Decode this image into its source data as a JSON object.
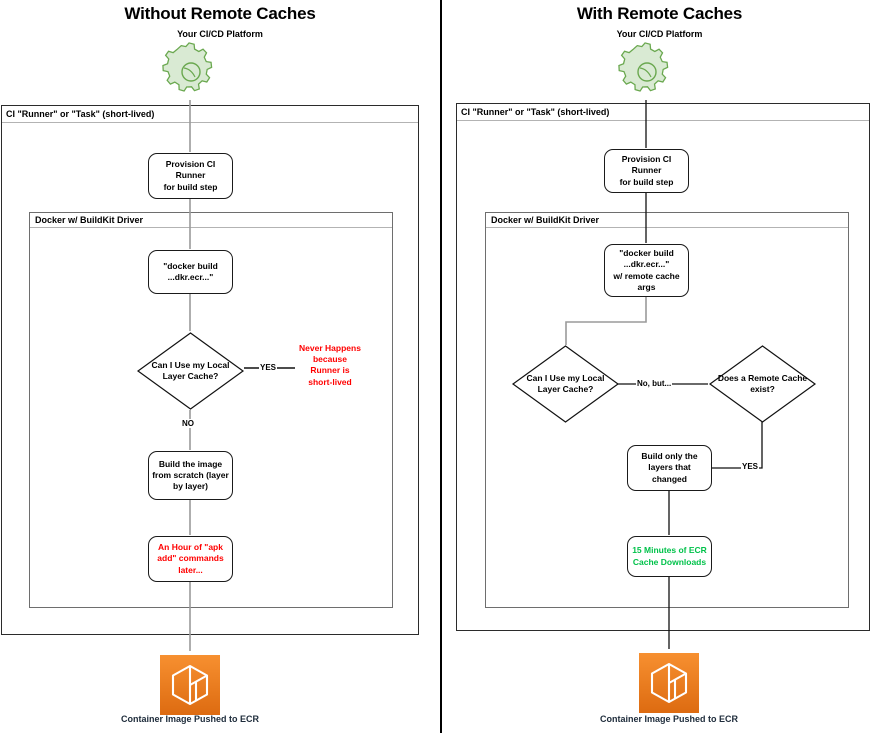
{
  "colors": {
    "red": "#ff0000",
    "green": "#00c24a",
    "gear_fill": "#d9ead3",
    "gear_stroke": "#6aa84f",
    "ecr_orange_top": "#f58536",
    "ecr_orange_bottom": "#e2761b",
    "connector_gray": "#9a9a9a",
    "connector_black": "#1a1a1a",
    "caption_navy": "#1d2b3a"
  },
  "panels": [
    {
      "id": "without",
      "title": "Without Remote Caches",
      "platform_label": "Your CI/CD Platform",
      "gear_icon": "gear-icon",
      "outer_container_label": "CI \"Runner\" or \"Task\" (short-lived)",
      "inner_container_label": "Docker w/ BuildKit Driver",
      "nodes": [
        {
          "id": "provision",
          "text": "Provision CI Runner\nfor build step"
        },
        {
          "id": "docker_build",
          "text": "\"docker build\n...dkr.ecr...\""
        },
        {
          "id": "local_cache_decision",
          "text": "Can I Use my Local\nLayer Cache?",
          "shape": "diamond"
        },
        {
          "id": "build_scratch",
          "text": "Build the image\nfrom scratch (layer\nby layer)"
        },
        {
          "id": "apk_hour",
          "text": "An Hour of \"apk\nadd\" commands\nlater...",
          "color": "red"
        }
      ],
      "free_texts": [
        {
          "id": "never_happens",
          "text": "Never Happens\nbecause\nRunner is\nshort-lived",
          "color": "red"
        }
      ],
      "edge_labels": [
        {
          "id": "yes_label",
          "text": "YES"
        },
        {
          "id": "no_label",
          "text": "NO"
        }
      ],
      "ecr": {
        "icon": "ecr-container-icon",
        "caption": "Container Image Pushed to ECR"
      }
    },
    {
      "id": "with",
      "title": "With Remote Caches",
      "platform_label": "Your CI/CD Platform",
      "gear_icon": "gear-icon",
      "outer_container_label": "CI \"Runner\" or \"Task\" (short-lived)",
      "inner_container_label": "Docker w/ BuildKit Driver",
      "nodes": [
        {
          "id": "provision",
          "text": "Provision CI Runner\nfor build step"
        },
        {
          "id": "docker_build",
          "text": "\"docker build\n...dkr.ecr...\"\nw/ remote cache\nargs"
        },
        {
          "id": "local_cache_decision",
          "text": "Can I Use my Local\nLayer Cache?",
          "shape": "diamond"
        },
        {
          "id": "remote_cache_decision",
          "text": "Does a Remote Cache\nexist?",
          "shape": "diamond"
        },
        {
          "id": "build_changed",
          "text": "Build only the\nlayers that changed"
        },
        {
          "id": "ecr_downloads",
          "text": "15 Minutes of ECR\nCache Downloads",
          "color": "green"
        }
      ],
      "edge_labels": [
        {
          "id": "no_but_label",
          "text": "No, but..."
        },
        {
          "id": "yes_label",
          "text": "YES"
        }
      ],
      "ecr": {
        "icon": "ecr-container-icon",
        "caption": "Container Image Pushed to ECR"
      }
    }
  ]
}
